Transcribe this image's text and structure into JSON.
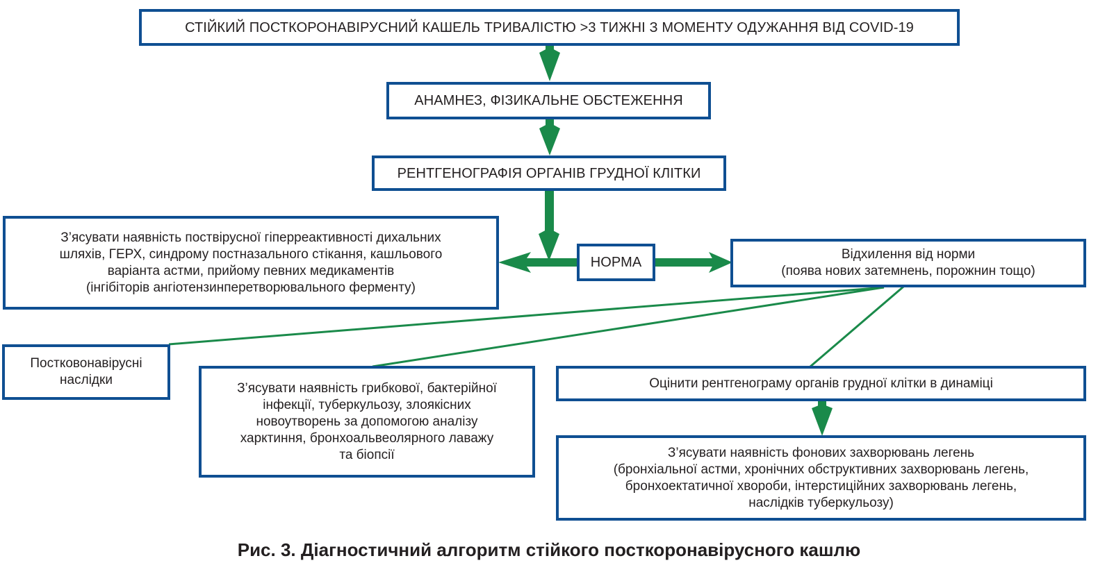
{
  "diagram": {
    "type": "flowchart",
    "colors": {
      "box_border": "#0f4f92",
      "arrow": "#1a8a4a",
      "text": "#231f20"
    },
    "nodes": {
      "start": "СТІЙКИЙ ПОСТКОРОНАВІРУСНИЙ КАШЕЛЬ ТРИВАЛІСТЮ >3 ТИЖНІ З МОМЕНТУ ОДУЖАННЯ ВІД COVID-19",
      "history": "АНАМНЕЗ, ФІЗИКАЛЬНЕ ОБСТЕЖЕННЯ",
      "xray": "РЕНТГЕНОГРАФІЯ ОРГАНІВ ГРУДНОЇ КЛІТКИ",
      "norm": "НОРМА",
      "norm_action": "З’ясувати наявність поствірусної гіперреактивності дихальних\nшляхів, ГЕРХ, синдрому постназального стікання, кашльового\nваріанта астми, прийому певних медикаментів\n(інгібіторів ангіотензинперетворювального ферменту)",
      "deviation": "Відхилення від норми\n(поява нових затемнень, порожнин тощо)",
      "post_covid": "Постковонавірусні\nнаслідки",
      "infection_check": "З’ясувати наявність грибкової, бактерійної\nінфекції, туберкульозу, злоякісних\nновоутворень за допомогою аналізу\nхарктиння, бронхоальвеолярного лаважу\nта біопсії",
      "dynamic_xray": "Оцінити рентгенограму органів грудної клітки в динаміці",
      "background_diseases": "З’ясувати наявність фонових захворювань легень\n(бронхіальної астми, хронічних обструктивних захворювань легень,\nбронхоектатичної хвороби, інтерстиційних захворювань легень,\nнаслідків туберкульозу)"
    },
    "edges": [
      {
        "from": "start",
        "to": "history",
        "style": "arrow"
      },
      {
        "from": "history",
        "to": "xray",
        "style": "arrow"
      },
      {
        "from": "xray",
        "to": "norm",
        "style": "arrow"
      },
      {
        "from": "norm",
        "to": "norm_action",
        "style": "arrow"
      },
      {
        "from": "norm",
        "to": "deviation",
        "style": "arrow"
      },
      {
        "from": "deviation",
        "to": "post_covid",
        "style": "line"
      },
      {
        "from": "deviation",
        "to": "infection_check",
        "style": "line"
      },
      {
        "from": "deviation",
        "to": "dynamic_xray",
        "style": "line"
      },
      {
        "from": "dynamic_xray",
        "to": "background_diseases",
        "style": "arrow"
      }
    ]
  },
  "caption": "Рис. 3. Діагностичний алгоритм стійкого посткоронавірусного кашлю"
}
